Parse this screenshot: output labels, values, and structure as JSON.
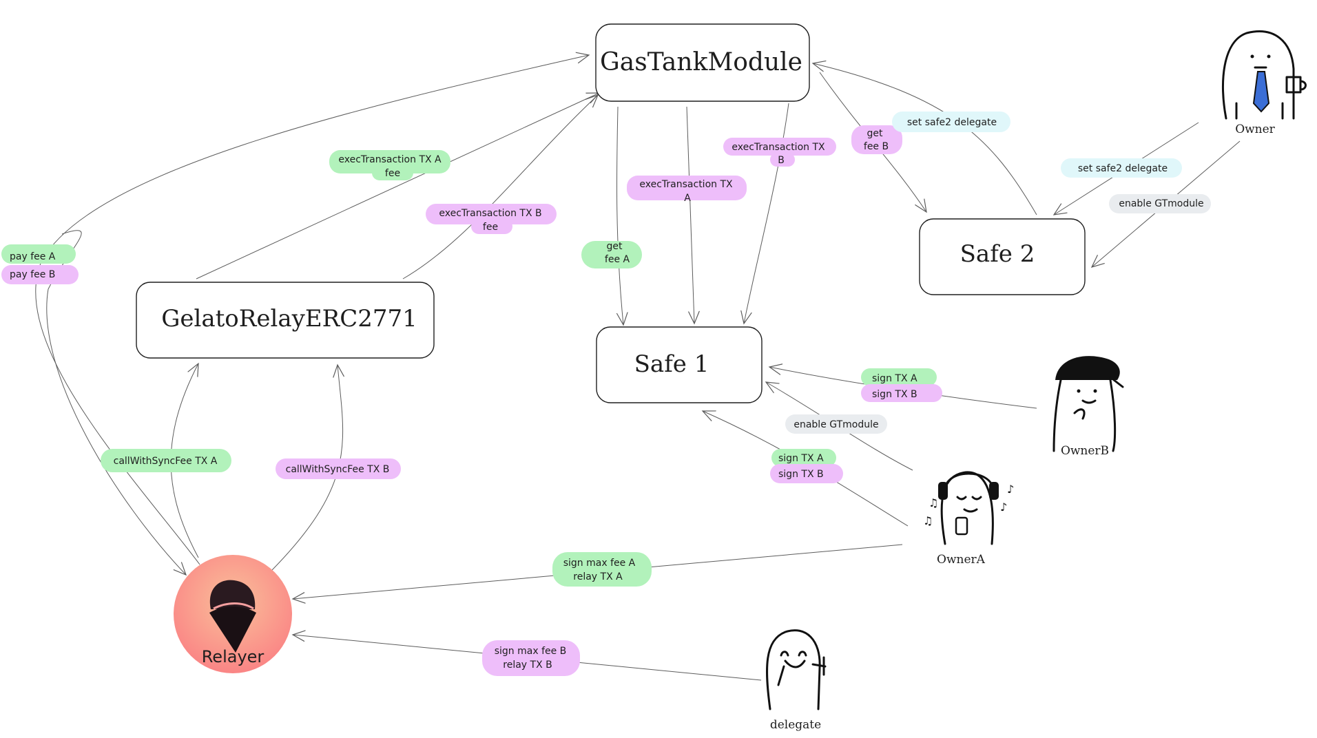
{
  "nodes": {
    "gas_tank_module": "GasTankModule",
    "safe_1": "Safe 1",
    "safe_2": "Safe 2",
    "gelato_relay": "GelatoRelayERC2771",
    "relayer": "Relayer"
  },
  "actors": {
    "owner": "Owner",
    "owner_a": "OwnerA",
    "owner_b": "OwnerB",
    "delegate": "delegate"
  },
  "labels": {
    "pay_fee_a": "pay fee A",
    "pay_fee_b": "pay fee B",
    "exec_tx_a_fee_1": "execTransaction TX A",
    "exec_tx_a_fee_2": "fee",
    "exec_tx_b_fee_1": "execTransaction TX B",
    "exec_tx_b_fee_2": "fee",
    "get_fee_a_1": "get",
    "get_fee_a_2": "fee A",
    "exec_tx_a_1": "execTransaction TX",
    "exec_tx_a_2": "A",
    "exec_tx_b_1": "execTransaction TX",
    "exec_tx_b_2": "B",
    "get_fee_b_1": "get",
    "get_fee_b_2": "fee B",
    "set_safe2_delegate_top": "set safe2 delegate",
    "set_safe2_delegate_owner": "set safe2 delegate",
    "enable_gtmodule_safe2": "enable GTmodule",
    "sign_tx_a_owner_b": "sign TX A",
    "sign_tx_b_owner_b": "sign TX B",
    "enable_gtmodule_safe1": "enable GTmodule",
    "sign_tx_a_owner_a": "sign TX A",
    "sign_tx_b_owner_a": "sign TX B",
    "call_with_sync_fee_a": "callWithSyncFee TX A",
    "call_with_sync_fee_b": "callWithSyncFee TX B",
    "sign_max_fee_a": "sign max fee A",
    "relay_tx_a": "relay TX A",
    "sign_max_fee_b": "sign max fee B",
    "relay_tx_b": "relay TX B"
  },
  "colors": {
    "highlight_a": "#b2f2bb",
    "highlight_b": "#eebefa",
    "highlight_safe2": "#e0f7fa",
    "highlight_module": "#e9ecef",
    "relayer_fill_top": "#f7b58c",
    "relayer_fill_bottom": "#fa8a8a",
    "stroke": "#1e1e1e"
  }
}
